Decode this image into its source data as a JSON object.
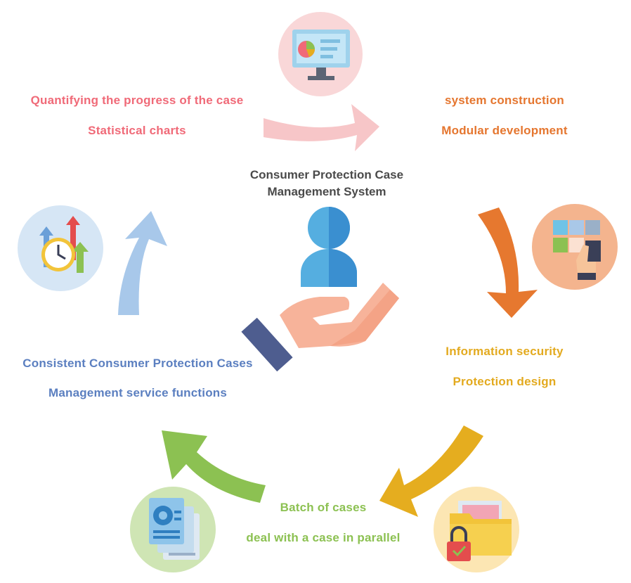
{
  "center": {
    "title_line1": "Consumer Protection Case",
    "title_line2": "Management System"
  },
  "stages": [
    {
      "line1": "Quantifying the progress of the case",
      "line2": "Statistical charts",
      "color": "#f06a78"
    },
    {
      "line1": "system construction",
      "line2": "Modular development",
      "color": "#e5762f"
    },
    {
      "line1": "Information security",
      "line2": "Protection design",
      "color": "#e3aa1f"
    },
    {
      "line1": "Batch of cases",
      "line2": "deal with a case in parallel",
      "color": "#8cc152"
    },
    {
      "line1": "Consistent Consumer Protection Cases",
      "line2": "Management service functions",
      "color": "#5b7fc0"
    }
  ],
  "icons": {
    "top": "monitor-pie-chart-icon",
    "right": "modular-tiles-hand-icon",
    "bottom_right": "folder-lock-icon",
    "bottom_left": "documents-gear-icon",
    "left": "clock-growth-arrows-icon",
    "center": "user-in-hand-icon"
  }
}
